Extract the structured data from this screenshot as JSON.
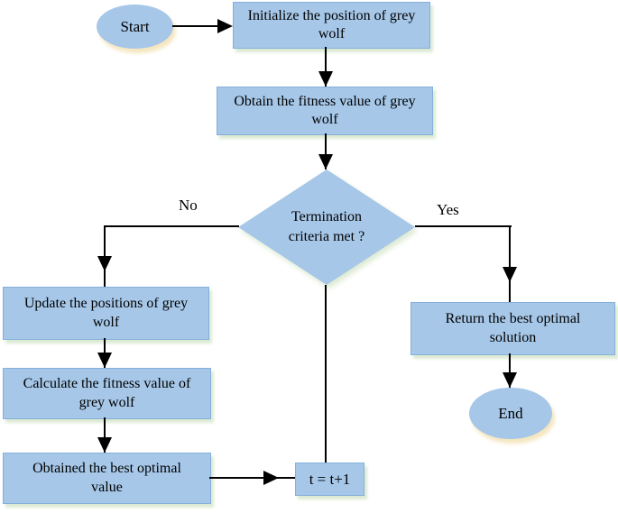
{
  "diagram": {
    "type": "flowchart",
    "nodes": {
      "start": {
        "label": "Start",
        "shape": "ellipse"
      },
      "initialize": {
        "label": "Initialize the position of grey wolf",
        "shape": "process"
      },
      "obtain_fitness": {
        "label": "Obtain the fitness value of grey wolf",
        "shape": "process"
      },
      "termination": {
        "label": "Termination criteria met ?",
        "shape": "decision"
      },
      "update_positions": {
        "label": "Update the positions of grey wolf",
        "shape": "process"
      },
      "calculate_fitness": {
        "label": "Calculate the fitness value of grey wolf",
        "shape": "process"
      },
      "best_optimal": {
        "label": "Obtained the best optimal value",
        "shape": "process"
      },
      "increment": {
        "label": "t = t+1",
        "shape": "process"
      },
      "return_solution": {
        "label": "Return the best optimal solution",
        "shape": "process"
      },
      "end": {
        "label": "End",
        "shape": "ellipse"
      }
    },
    "edge_labels": {
      "no": "No",
      "yes": "Yes"
    },
    "edges": [
      {
        "from": "start",
        "to": "initialize"
      },
      {
        "from": "initialize",
        "to": "obtain_fitness"
      },
      {
        "from": "obtain_fitness",
        "to": "termination"
      },
      {
        "from": "termination",
        "to": "update_positions",
        "label": "No"
      },
      {
        "from": "termination",
        "to": "return_solution",
        "label": "Yes"
      },
      {
        "from": "update_positions",
        "to": "calculate_fitness"
      },
      {
        "from": "calculate_fitness",
        "to": "best_optimal"
      },
      {
        "from": "best_optimal",
        "to": "increment"
      },
      {
        "from": "increment",
        "to": "termination"
      },
      {
        "from": "return_solution",
        "to": "end"
      }
    ],
    "colors": {
      "node_fill": "#a6c7e8",
      "node_border": "#84b0da",
      "connector": "#000000",
      "text": "#000000",
      "process_shadow": "#dcead3",
      "terminal_shadow": "#f5e6c0",
      "background": "#ffffff"
    }
  }
}
